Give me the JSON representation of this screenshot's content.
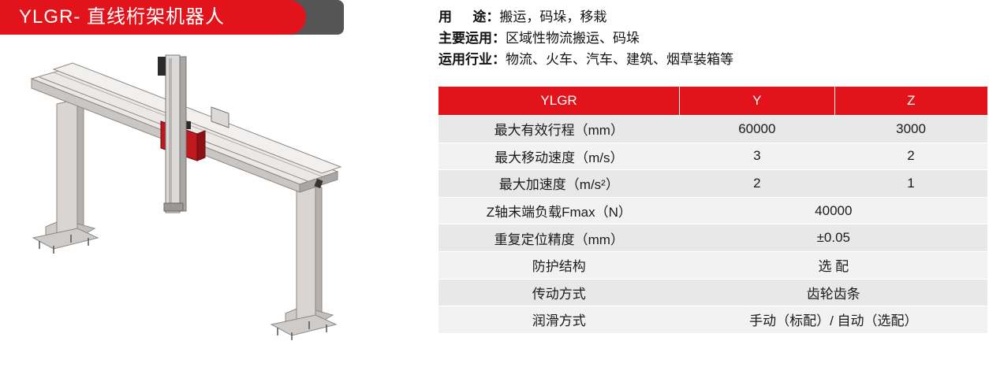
{
  "header": {
    "title": "YLGR- 直线桁架机器人"
  },
  "info": [
    {
      "label": "用途：",
      "label_chars": [
        "用",
        "途："
      ],
      "value": "搬运，码垛，移栽"
    },
    {
      "label": "主要运用：",
      "value": "区域性物流搬运、码垛"
    },
    {
      "label": "运用行业：",
      "value": "物流、火车、汽车、建筑、烟草装箱等"
    }
  ],
  "table": {
    "headers": [
      "YLGR",
      "Y",
      "Z"
    ],
    "rows": [
      {
        "label": "最大有效行程（mm）",
        "y": "60000",
        "z": "3000"
      },
      {
        "label": "最大移动速度（m/s）",
        "y": "3",
        "z": "2"
      },
      {
        "label": "最大加速度（m/s²）",
        "y": "2",
        "z": "1"
      },
      {
        "label": "Z轴末端负载Fmax（N）",
        "value": "40000"
      },
      {
        "label": "重复定位精度（mm）",
        "value": "±0.05"
      },
      {
        "label": "防护结构",
        "value": "选 配"
      },
      {
        "label": "传动方式",
        "value": "齿轮齿条"
      },
      {
        "label": "润滑方式",
        "value": "手动（标配）/ 自动（选配）"
      }
    ]
  },
  "colors": {
    "accent": "#e3131b",
    "dark": "#555555",
    "frame": "#d9d5d2",
    "frame_shadow": "#a9a6a3"
  },
  "icons": {
    "product": "gantry-robot-illustration"
  }
}
